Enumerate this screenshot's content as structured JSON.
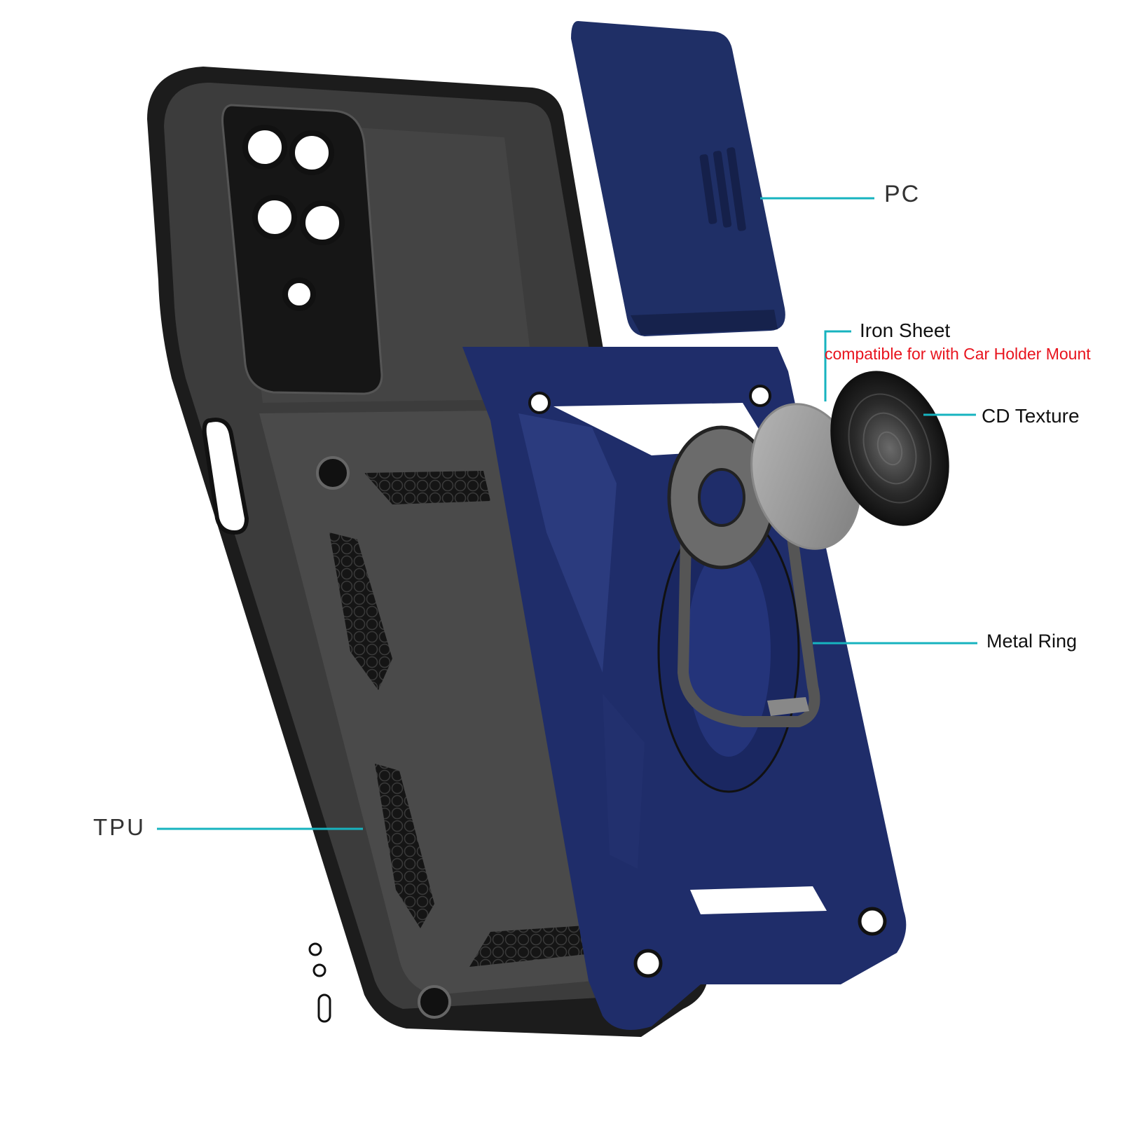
{
  "labels": {
    "pc": "PC",
    "iron_sheet": "Iron Sheet",
    "iron_sheet_note": "compatible for with Car Holder Mount",
    "cd_texture": "CD Texture",
    "metal_ring": "Metal Ring",
    "tpu": "TPU"
  },
  "colors": {
    "leader_line": "#17b3bf",
    "note_text": "#e8141e",
    "case_black": "#1c1c1c",
    "pc_blue": "#1f2f66"
  }
}
